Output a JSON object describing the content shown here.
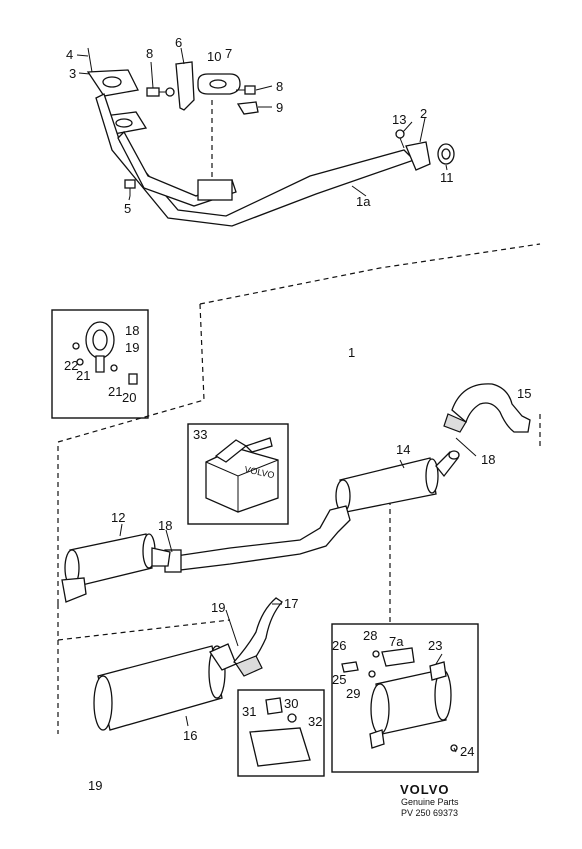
{
  "labels": {
    "l4": "4",
    "l3": "3",
    "l8a": "8",
    "l6": "6",
    "l10": "10",
    "l7": "7",
    "l8b": "8",
    "l9": "9",
    "l13": "13",
    "l2": "2",
    "l5": "5",
    "l11": "11",
    "l1a": "1a",
    "l1": "1",
    "l18a": "18",
    "l19a": "19",
    "l22": "22",
    "l21a": "21",
    "l21b": "21",
    "l20": "20",
    "l33": "33",
    "l15": "15",
    "l14": "14",
    "l18b": "18",
    "l12": "12",
    "l18c": "18",
    "l19b": "19",
    "l17": "17",
    "l26": "26",
    "l28": "28",
    "l7a": "7a",
    "l23": "23",
    "l25": "25",
    "l29": "29",
    "l30": "30",
    "l31": "31",
    "l32": "32",
    "l16": "16",
    "l24": "24",
    "l19c": "19"
  },
  "box_text": "VOLVO",
  "footer": {
    "brand": "VOLVO",
    "line1": "Genuine Parts",
    "line2": "PV 250 69373"
  }
}
